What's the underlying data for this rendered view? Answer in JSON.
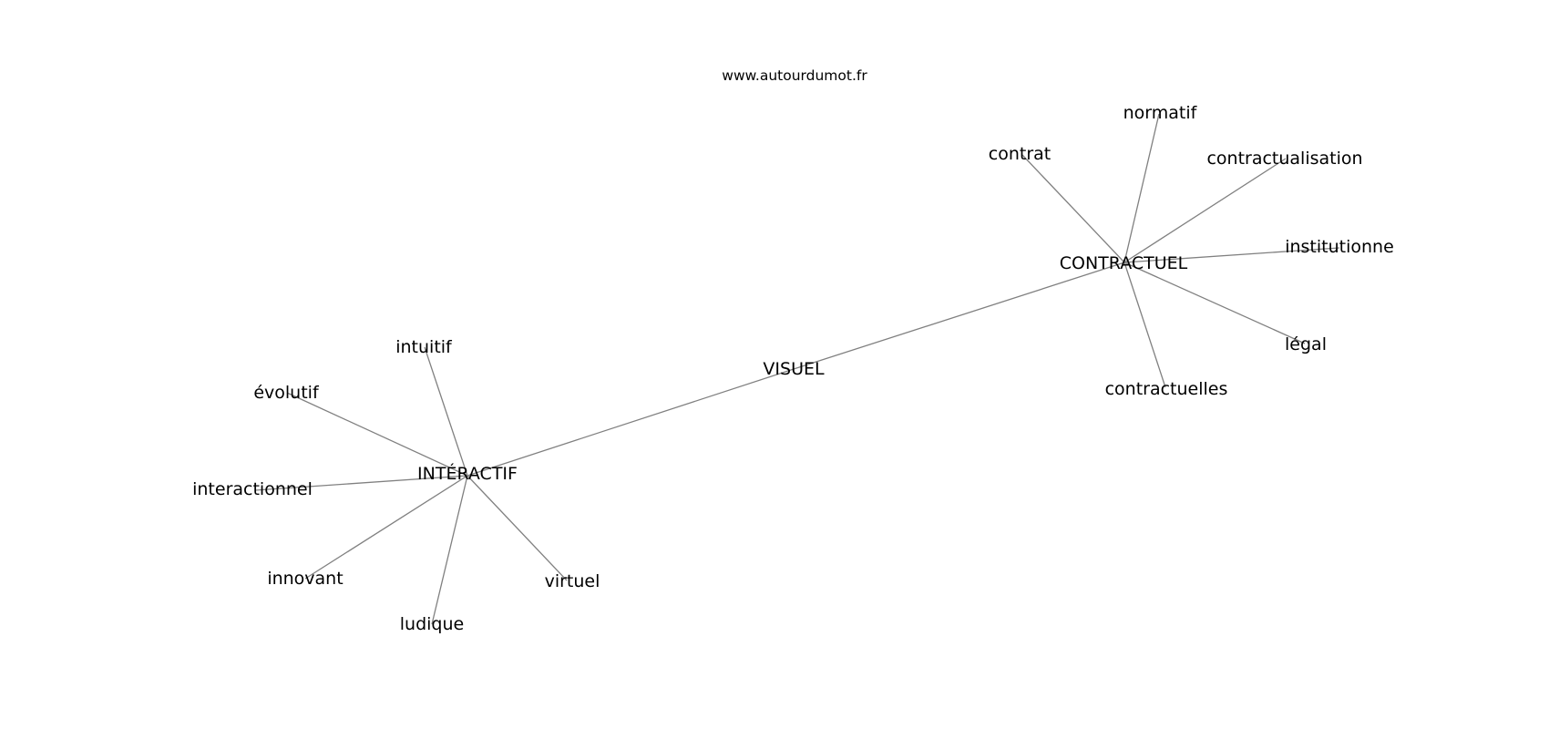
{
  "credit": "www.autourdumot.fr",
  "center_word": "VISUEL",
  "hubs": {
    "interactif": {
      "label": "INTÉRACTIF",
      "neighbors": [
        "intuitif",
        "évolutif",
        "interactionnel",
        "innovant",
        "ludique",
        "virtuel"
      ]
    },
    "contractuel": {
      "label": "CONTRACTUEL",
      "neighbors": [
        "contrat",
        "normatif",
        "contractualisation",
        "institutionne",
        "légal",
        "contractuelles"
      ]
    }
  },
  "colors": {
    "edge": "#808080",
    "text": "#000000",
    "background": "#ffffff"
  }
}
